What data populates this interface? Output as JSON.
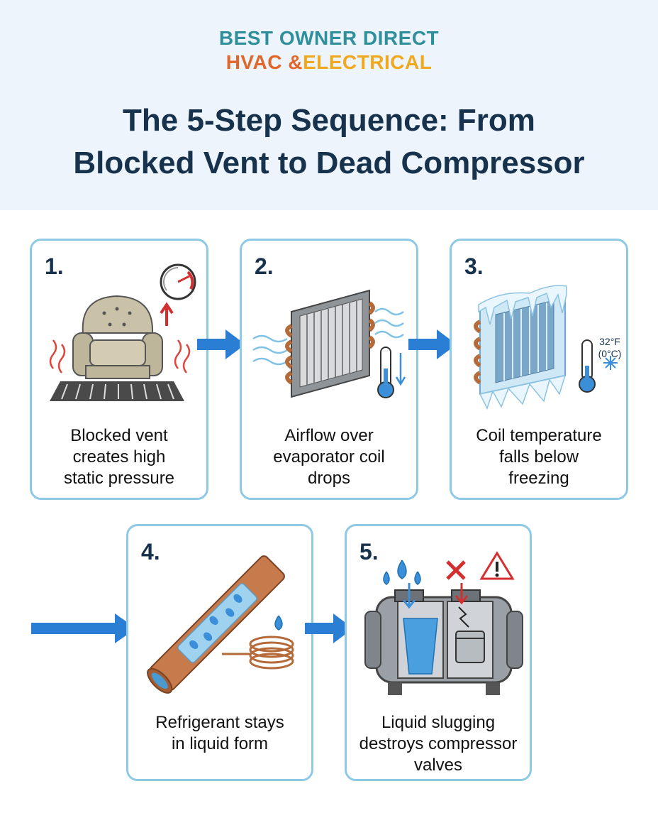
{
  "brand": {
    "line1": "BEST OWNER DIRECT",
    "line2_a": "HVAC &",
    "line2_b": "ELECTRICAL"
  },
  "title": {
    "line1": "The 5-Step Sequence: From",
    "line2": "Blocked Vent to Dead Compressor"
  },
  "steps": [
    {
      "number": "1.",
      "caption": [
        "Blocked vent",
        "creates high",
        "static pressure"
      ],
      "icon": "armchair-over-vent-icon"
    },
    {
      "number": "2.",
      "caption": [
        "Airflow over",
        "evaporator coil",
        "drops"
      ],
      "icon": "evaporator-coil-icon"
    },
    {
      "number": "3.",
      "caption": [
        "Coil temperature",
        "falls below",
        "freezing"
      ],
      "icon": "frozen-coil-icon",
      "temp_label": [
        "32°F",
        "(0°C)"
      ]
    },
    {
      "number": "4.",
      "caption": [
        "Refrigerant stays",
        "in liquid form"
      ],
      "icon": "refrigerant-pipe-icon"
    },
    {
      "number": "5.",
      "caption": [
        "Liquid slugging",
        "destroys compressor",
        "valves"
      ],
      "icon": "compressor-icon"
    }
  ],
  "colors": {
    "arrow": "#2a7fd4",
    "card_border": "#8ec9e6",
    "title": "#17324d"
  }
}
